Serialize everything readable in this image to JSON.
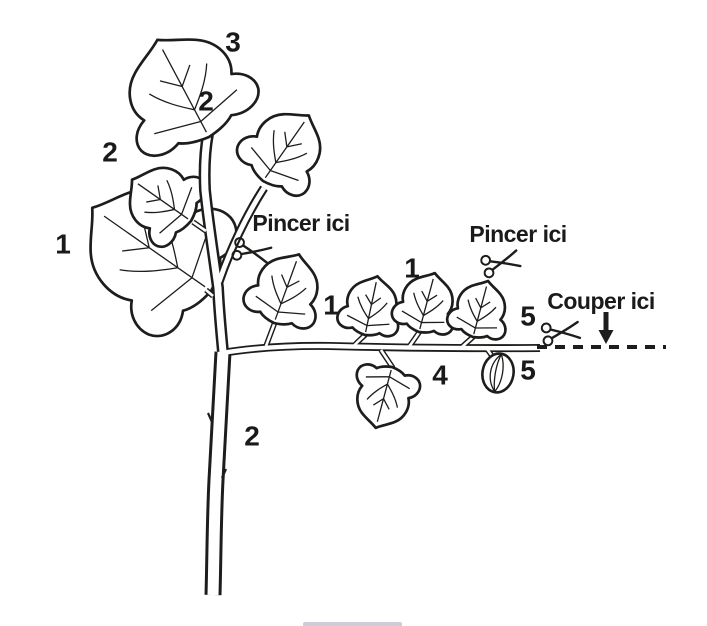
{
  "diagram": {
    "background_color": "#ffffff",
    "ink_color": "#1d1d1b",
    "instructions": {
      "pinch_main_stem": "Pincer ici",
      "pinch_lateral": "Pincer ici",
      "cut": "Couper ici"
    },
    "numbers": {
      "main_top_leaf": "3",
      "main_upper_leaf": "2",
      "main_left_leaf": "2",
      "main_lower_leaf": "1",
      "main_stem": "2",
      "lateral_leaf_a": "1",
      "lateral_leaf_b": "1",
      "lateral_tip": "5",
      "fruit": "5",
      "sublateral_leaf": "4"
    },
    "icons": {
      "scissors_main": "scissors",
      "scissors_lateral": "scissors",
      "scissors_cut": "scissors",
      "cut_arrow": "down-arrow"
    }
  }
}
